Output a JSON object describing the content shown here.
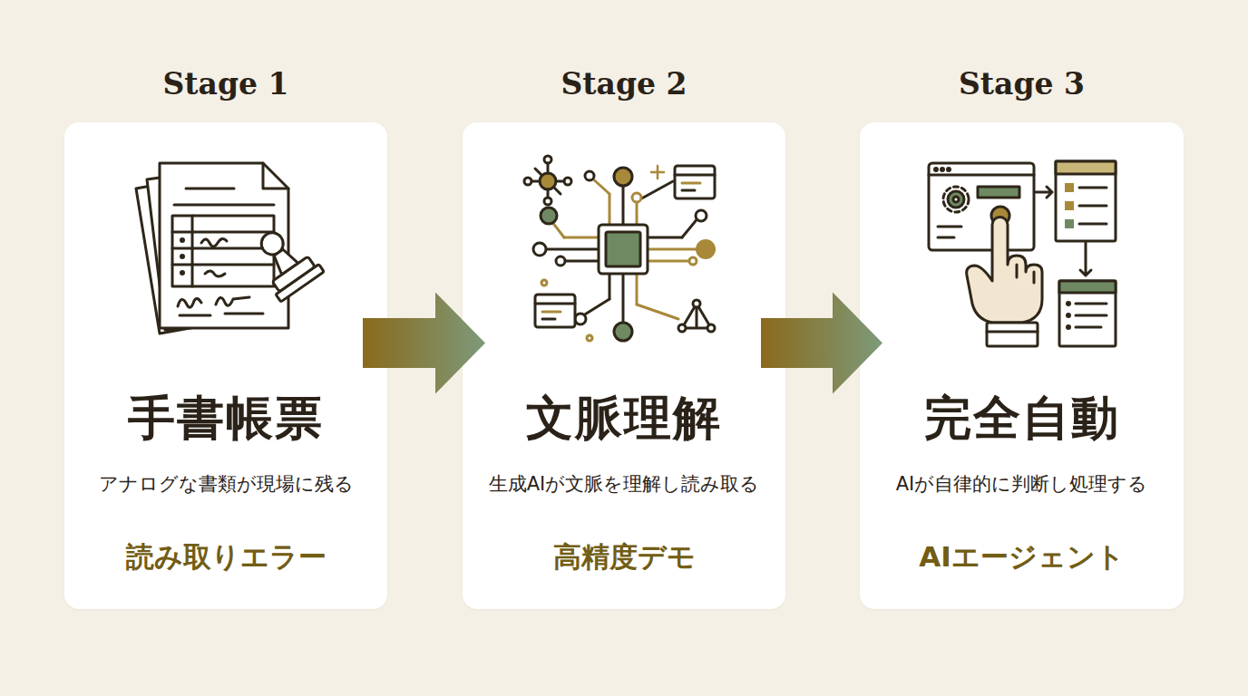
{
  "diagram": {
    "nodes": [
      {
        "text": [
          "Stage 1",
          "手書帳票",
          "アナログな書類が現場に残る",
          "読み取りエラー"
        ]
      },
      {
        "text": [
          "Stage 2",
          "文脈理解",
          "生成AIが文脈を理解し読み取る",
          "高精度デモ"
        ]
      },
      {
        "text": [
          "Stage 3",
          "完全自動",
          "AIが自律的に判断し処理する",
          "AIエージェント"
        ]
      }
    ],
    "edges": [
      {
        "from": 0,
        "to": 1,
        "arrow": "to"
      },
      {
        "from": 1,
        "to": 2,
        "arrow": "to"
      }
    ]
  }
}
